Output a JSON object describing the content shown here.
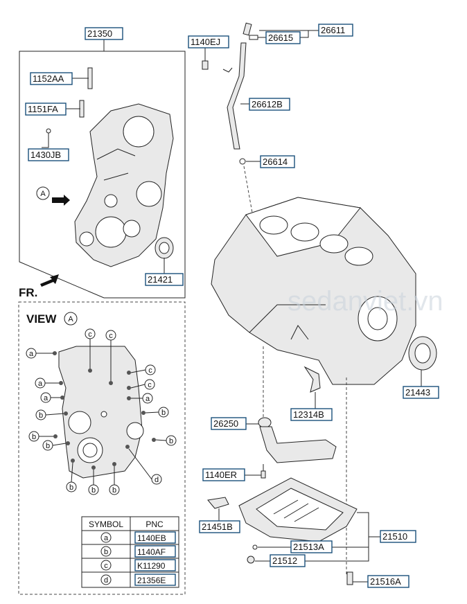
{
  "parts": {
    "p21350": "21350",
    "p1152AA": "1152AA",
    "p1151FA": "1151FA",
    "p1430JB": "1430JB",
    "p21421": "21421",
    "p1140EJ": "1140EJ",
    "p26615": "26615",
    "p26611": "26611",
    "p26612B": "26612B",
    "p26614": "26614",
    "p21443": "21443",
    "p12314B": "12314B",
    "p26250": "26250",
    "p1140ER": "1140ER",
    "p21451B": "21451B",
    "p21513A": "21513A",
    "p21510": "21510",
    "p21512": "21512",
    "p21516A": "21516A"
  },
  "view_marker": "A",
  "fr_label": "FR.",
  "view": {
    "title": "VIEW",
    "marker": "A",
    "callouts": {
      "a": "a",
      "b": "b",
      "c": "c",
      "d": "d"
    }
  },
  "table": {
    "headers": [
      "SYMBOL",
      "PNC"
    ],
    "rows": [
      {
        "symbol": "a",
        "pnc": "1140EB"
      },
      {
        "symbol": "b",
        "pnc": "1140AF"
      },
      {
        "symbol": "c",
        "pnc": "K11290"
      },
      {
        "symbol": "d",
        "pnc": "21356E"
      }
    ]
  },
  "watermark": "sedanviet.vn",
  "colors": {
    "label_box": "#1a4f7a",
    "watermark": "#c9d3dc"
  }
}
